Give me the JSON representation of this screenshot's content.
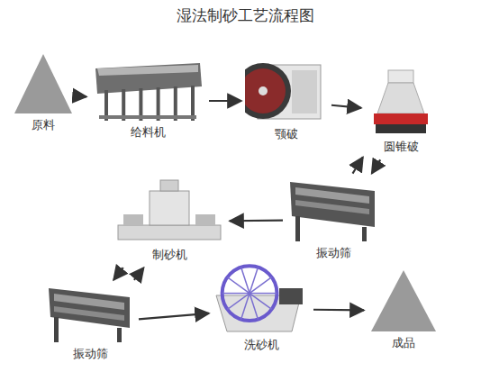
{
  "diagram": {
    "title": "湿法制砂工艺流程图",
    "nodes": [
      {
        "text": [
          "原料"
        ]
      },
      {
        "text": [
          "给料机"
        ]
      },
      {
        "text": [
          "颚破"
        ]
      },
      {
        "text": [
          "圆锥破"
        ]
      },
      {
        "text": [
          "振动筛"
        ]
      },
      {
        "text": [
          "制砂机"
        ]
      },
      {
        "text": [
          "振动筛"
        ]
      },
      {
        "text": [
          "洗砂机"
        ]
      },
      {
        "text": [
          "成品"
        ]
      }
    ],
    "edges": [
      {
        "from": 0,
        "to": 1,
        "arrow": "to"
      },
      {
        "from": 1,
        "to": 2,
        "arrow": "to"
      },
      {
        "from": 2,
        "to": 3,
        "arrow": "to"
      },
      {
        "from": 3,
        "to": 4,
        "arrow": "to"
      },
      {
        "from": 4,
        "to": 3,
        "arrow": "to"
      },
      {
        "from": 4,
        "to": 5,
        "arrow": "to"
      },
      {
        "from": 5,
        "to": 6,
        "arrow": "to"
      },
      {
        "from": 6,
        "to": 5,
        "arrow": "to"
      },
      {
        "from": 6,
        "to": 7,
        "arrow": "to"
      },
      {
        "from": 7,
        "to": 8,
        "arrow": "to"
      }
    ]
  }
}
